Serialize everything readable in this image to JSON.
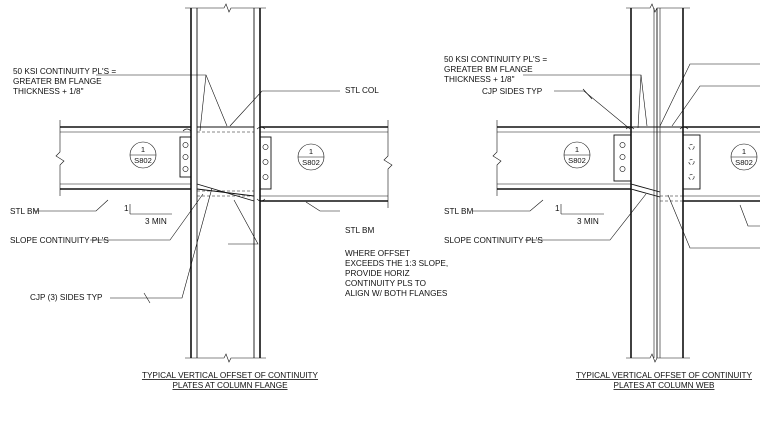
{
  "detail_left": {
    "title_line1": "TYPICAL VERTICAL OFFSET OF CONTINUITY",
    "title_line2": "PLATES AT COLUMN FLANGE",
    "note_continuity_1": "50 KSI CONTINUITY PL'S =",
    "note_continuity_2": "GREATER BM FLANGE",
    "note_continuity_3": "THICKNESS + 1/8\"",
    "stl_col": "STL COL",
    "stl_bm_left": "STL BM",
    "stl_bm_right": "STL BM",
    "slope_rise": "1",
    "slope_run": "3 MIN",
    "slope_plates": "SLOPE CONTINUITY PL'S",
    "cjp": "CJP (3) SIDES TYP",
    "offset_1": "WHERE OFFSET",
    "offset_2": "EXCEEDS THE 1:3 SLOPE,",
    "offset_3": "PROVIDE HORIZ",
    "offset_4": "CONTINUITY PLS TO",
    "offset_5": "ALIGN W/ BOTH FLANGES",
    "bubble_left_num": "1",
    "bubble_left_sheet": "S802",
    "bubble_right_num": "1",
    "bubble_right_sheet": "S802"
  },
  "detail_right": {
    "title_line1": "TYPICAL VERTICAL OFFSET OF CONTINUITY",
    "title_line2": "PLATES AT COLUMN WEB",
    "note_continuity_1": "50 KSI CONTINUITY PL'S =",
    "note_continuity_2": "GREATER BM FLANGE",
    "note_continuity_3": "THICKNESS + 1/8\"",
    "cjp": "CJP SIDES TYP",
    "stl_bm": "STL BM",
    "slope_rise": "1",
    "slope_run": "3 MIN",
    "slope_plates": "SLOPE CONTINUITY PL'S",
    "bubble_left_num": "1",
    "bubble_left_sheet": "S802",
    "bubble_right_num": "1",
    "bubble_right_sheet": "S802"
  }
}
